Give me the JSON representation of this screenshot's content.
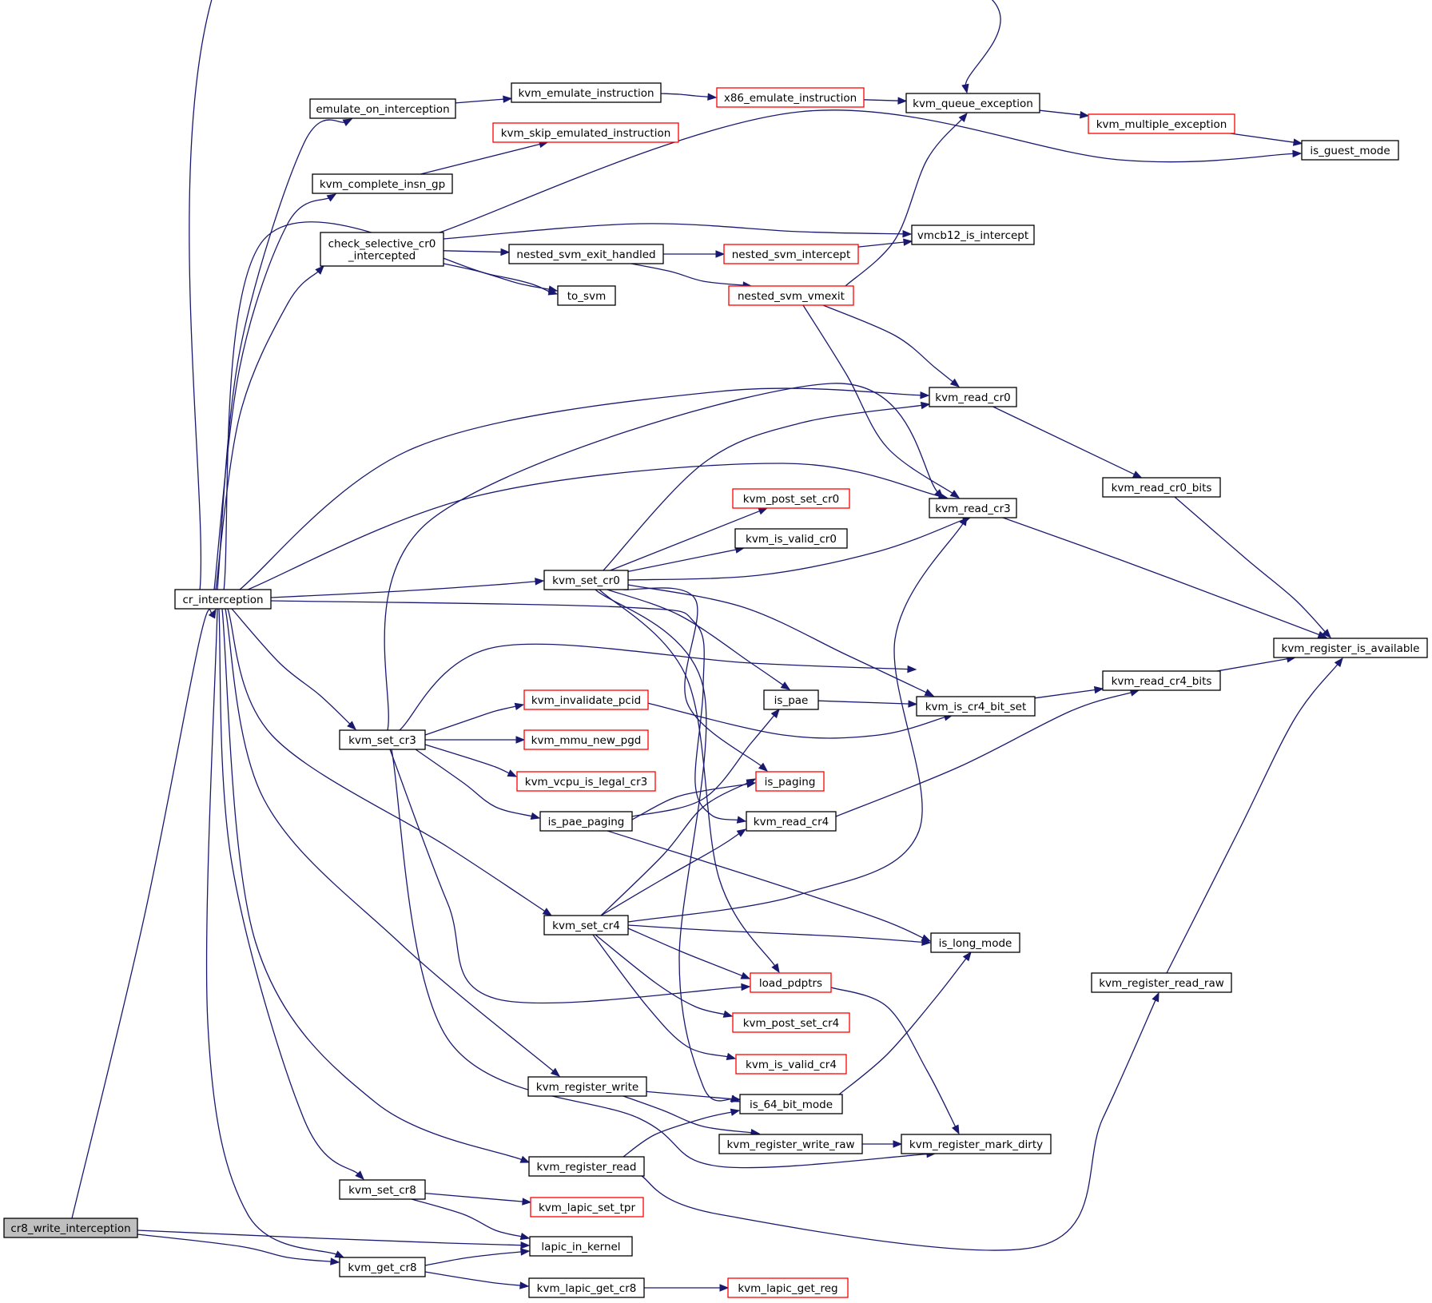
{
  "diagram": {
    "colors": {
      "edge": "#191970",
      "normal_border": "#000000",
      "truncated_border": "#ff0000",
      "root_fill": "#bfbfbf"
    },
    "nodes": [
      {
        "id": "cr8_write_interception",
        "label": [
          "cr8_write_interception"
        ],
        "style": "root"
      },
      {
        "id": "cr_interception",
        "label": [
          "cr_interception"
        ],
        "style": "normal"
      },
      {
        "id": "lapic_in_kernel",
        "label": [
          "lapic_in_kernel"
        ],
        "style": "normal"
      },
      {
        "id": "kvm_get_cr8",
        "label": [
          "kvm_get_cr8"
        ],
        "style": "normal"
      },
      {
        "id": "emulate_on_interception",
        "label": [
          "emulate_on_interception"
        ],
        "style": "normal"
      },
      {
        "id": "kvm_complete_insn_gp",
        "label": [
          "kvm_complete_insn_gp"
        ],
        "style": "normal"
      },
      {
        "id": "check_selective_cr0_intercepted",
        "label": [
          "check_selective_cr0",
          "_intercepted"
        ],
        "style": "normal"
      },
      {
        "id": "kvm_set_cr3",
        "label": [
          "kvm_set_cr3"
        ],
        "style": "normal"
      },
      {
        "id": "kvm_set_cr8",
        "label": [
          "kvm_set_cr8"
        ],
        "style": "normal"
      },
      {
        "id": "kvm_emulate_instruction",
        "label": [
          "kvm_emulate_instruction"
        ],
        "style": "normal"
      },
      {
        "id": "kvm_skip_emulated_instruction",
        "label": [
          "kvm_skip_emulated_instruction"
        ],
        "style": "red"
      },
      {
        "id": "nested_svm_exit_handled",
        "label": [
          "nested_svm_exit_handled"
        ],
        "style": "normal"
      },
      {
        "id": "to_svm",
        "label": [
          "to_svm"
        ],
        "style": "normal"
      },
      {
        "id": "kvm_set_cr0",
        "label": [
          "kvm_set_cr0"
        ],
        "style": "normal"
      },
      {
        "id": "kvm_invalidate_pcid",
        "label": [
          "kvm_invalidate_pcid"
        ],
        "style": "red"
      },
      {
        "id": "kvm_mmu_new_pgd",
        "label": [
          "kvm_mmu_new_pgd"
        ],
        "style": "red"
      },
      {
        "id": "kvm_vcpu_is_legal_cr3",
        "label": [
          "kvm_vcpu_is_legal_cr3"
        ],
        "style": "red"
      },
      {
        "id": "is_pae_paging",
        "label": [
          "is_pae_paging"
        ],
        "style": "normal"
      },
      {
        "id": "kvm_set_cr4",
        "label": [
          "kvm_set_cr4"
        ],
        "style": "normal"
      },
      {
        "id": "kvm_register_write",
        "label": [
          "kvm_register_write"
        ],
        "style": "normal"
      },
      {
        "id": "kvm_register_read",
        "label": [
          "kvm_register_read"
        ],
        "style": "normal"
      },
      {
        "id": "kvm_lapic_set_tpr",
        "label": [
          "kvm_lapic_set_tpr"
        ],
        "style": "red"
      },
      {
        "id": "kvm_lapic_get_cr8",
        "label": [
          "kvm_lapic_get_cr8"
        ],
        "style": "normal"
      },
      {
        "id": "x86_emulate_instruction",
        "label": [
          "x86_emulate_instruction"
        ],
        "style": "red"
      },
      {
        "id": "nested_svm_intercept",
        "label": [
          "nested_svm_intercept"
        ],
        "style": "red"
      },
      {
        "id": "nested_svm_vmexit",
        "label": [
          "nested_svm_vmexit"
        ],
        "style": "red"
      },
      {
        "id": "kvm_post_set_cr0",
        "label": [
          "kvm_post_set_cr0"
        ],
        "style": "red"
      },
      {
        "id": "kvm_is_valid_cr0",
        "label": [
          "kvm_is_valid_cr0"
        ],
        "style": "normal"
      },
      {
        "id": "is_pae",
        "label": [
          "is_pae"
        ],
        "style": "normal"
      },
      {
        "id": "is_paging",
        "label": [
          "is_paging"
        ],
        "style": "red"
      },
      {
        "id": "kvm_read_cr4",
        "label": [
          "kvm_read_cr4"
        ],
        "style": "normal"
      },
      {
        "id": "load_pdptrs",
        "label": [
          "load_pdptrs"
        ],
        "style": "red"
      },
      {
        "id": "kvm_post_set_cr4",
        "label": [
          "kvm_post_set_cr4"
        ],
        "style": "red"
      },
      {
        "id": "kvm_is_valid_cr4",
        "label": [
          "kvm_is_valid_cr4"
        ],
        "style": "red"
      },
      {
        "id": "is_64_bit_mode",
        "label": [
          "is_64_bit_mode"
        ],
        "style": "normal"
      },
      {
        "id": "kvm_register_write_raw",
        "label": [
          "kvm_register_write_raw"
        ],
        "style": "normal"
      },
      {
        "id": "kvm_lapic_get_reg",
        "label": [
          "kvm_lapic_get_reg"
        ],
        "style": "red"
      },
      {
        "id": "kvm_queue_exception",
        "label": [
          "kvm_queue_exception"
        ],
        "style": "normal"
      },
      {
        "id": "vmcb12_is_intercept",
        "label": [
          "vmcb12_is_intercept"
        ],
        "style": "normal"
      },
      {
        "id": "kvm_read_cr0",
        "label": [
          "kvm_read_cr0"
        ],
        "style": "normal"
      },
      {
        "id": "kvm_read_cr3",
        "label": [
          "kvm_read_cr3"
        ],
        "style": "normal"
      },
      {
        "id": "kvm_is_cr4_bit_set",
        "label": [
          "kvm_is_cr4_bit_set"
        ],
        "style": "normal"
      },
      {
        "id": "is_long_mode",
        "label": [
          "is_long_mode"
        ],
        "style": "normal"
      },
      {
        "id": "kvm_register_mark_dirty",
        "label": [
          "kvm_register_mark_dirty"
        ],
        "style": "normal"
      },
      {
        "id": "kvm_multiple_exception",
        "label": [
          "kvm_multiple_exception"
        ],
        "style": "red"
      },
      {
        "id": "kvm_read_cr0_bits",
        "label": [
          "kvm_read_cr0_bits"
        ],
        "style": "normal"
      },
      {
        "id": "kvm_read_cr4_bits",
        "label": [
          "kvm_read_cr4_bits"
        ],
        "style": "normal"
      },
      {
        "id": "kvm_register_read_raw",
        "label": [
          "kvm_register_read_raw"
        ],
        "style": "normal"
      },
      {
        "id": "is_guest_mode",
        "label": [
          "is_guest_mode"
        ],
        "style": "normal"
      },
      {
        "id": "kvm_register_is_available",
        "label": [
          "kvm_register_is_available"
        ],
        "style": "normal"
      }
    ],
    "edges": [
      [
        "cr8_write_interception",
        "cr_interception"
      ],
      [
        "cr8_write_interception",
        "lapic_in_kernel"
      ],
      [
        "cr8_write_interception",
        "kvm_get_cr8"
      ],
      [
        "cr_interception",
        "emulate_on_interception"
      ],
      [
        "cr_interception",
        "kvm_complete_insn_gp"
      ],
      [
        "cr_interception",
        "check_selective_cr0_intercepted"
      ],
      [
        "cr_interception",
        "to_svm"
      ],
      [
        "cr_interception",
        "kvm_queue_exception"
      ],
      [
        "cr_interception",
        "kvm_read_cr0"
      ],
      [
        "cr_interception",
        "kvm_read_cr3"
      ],
      [
        "cr_interception",
        "kvm_set_cr0"
      ],
      [
        "cr_interception",
        "kvm_read_cr4"
      ],
      [
        "cr_interception",
        "kvm_set_cr3"
      ],
      [
        "cr_interception",
        "kvm_set_cr4"
      ],
      [
        "cr_interception",
        "kvm_register_write"
      ],
      [
        "cr_interception",
        "kvm_register_read"
      ],
      [
        "cr_interception",
        "kvm_set_cr8"
      ],
      [
        "cr_interception",
        "kvm_get_cr8"
      ],
      [
        "emulate_on_interception",
        "kvm_emulate_instruction"
      ],
      [
        "kvm_emulate_instruction",
        "x86_emulate_instruction"
      ],
      [
        "x86_emulate_instruction",
        "kvm_queue_exception"
      ],
      [
        "kvm_queue_exception",
        "kvm_multiple_exception"
      ],
      [
        "kvm_multiple_exception",
        "is_guest_mode"
      ],
      [
        "kvm_complete_insn_gp",
        "kvm_skip_emulated_instruction"
      ],
      [
        "check_selective_cr0_intercepted",
        "is_guest_mode"
      ],
      [
        "check_selective_cr0_intercepted",
        "vmcb12_is_intercept"
      ],
      [
        "check_selective_cr0_intercepted",
        "nested_svm_exit_handled"
      ],
      [
        "check_selective_cr0_intercepted",
        "to_svm"
      ],
      [
        "nested_svm_exit_handled",
        "nested_svm_intercept"
      ],
      [
        "nested_svm_exit_handled",
        "nested_svm_vmexit"
      ],
      [
        "nested_svm_intercept",
        "vmcb12_is_intercept"
      ],
      [
        "nested_svm_vmexit",
        "kvm_queue_exception"
      ],
      [
        "nested_svm_vmexit",
        "kvm_read_cr0"
      ],
      [
        "nested_svm_vmexit",
        "kvm_read_cr3"
      ],
      [
        "kvm_read_cr0",
        "kvm_read_cr0_bits"
      ],
      [
        "kvm_read_cr0_bits",
        "kvm_register_is_available"
      ],
      [
        "kvm_read_cr3",
        "kvm_register_is_available"
      ],
      [
        "kvm_set_cr0",
        "kvm_read_cr0"
      ],
      [
        "kvm_set_cr0",
        "kvm_post_set_cr0"
      ],
      [
        "kvm_set_cr0",
        "kvm_is_valid_cr0"
      ],
      [
        "kvm_set_cr0",
        "kvm_read_cr3"
      ],
      [
        "kvm_set_cr0",
        "kvm_is_cr4_bit_set"
      ],
      [
        "kvm_set_cr0",
        "is_pae"
      ],
      [
        "kvm_set_cr0",
        "is_paging"
      ],
      [
        "kvm_set_cr0",
        "load_pdptrs"
      ],
      [
        "kvm_set_cr0",
        "is_64_bit_mode"
      ],
      [
        "kvm_is_cr4_bit_set",
        "kvm_read_cr4_bits"
      ],
      [
        "kvm_read_cr4_bits",
        "kvm_register_is_available"
      ],
      [
        "is_pae",
        "kvm_is_cr4_bit_set"
      ],
      [
        "kvm_read_cr4",
        "kvm_read_cr4_bits"
      ],
      [
        "kvm_set_cr3",
        "kvm_read_cr3"
      ],
      [
        "kvm_set_cr3",
        "kvm_is_cr4_bit_set"
      ],
      [
        "kvm_set_cr3",
        "kvm_invalidate_pcid"
      ],
      [
        "kvm_set_cr3",
        "kvm_mmu_new_pgd"
      ],
      [
        "kvm_set_cr3",
        "kvm_vcpu_is_legal_cr3"
      ],
      [
        "kvm_set_cr3",
        "is_pae_paging"
      ],
      [
        "kvm_set_cr3",
        "load_pdptrs"
      ],
      [
        "kvm_set_cr3",
        "kvm_register_mark_dirty"
      ],
      [
        "kvm_invalidate_pcid",
        "kvm_is_cr4_bit_set"
      ],
      [
        "is_pae_paging",
        "is_pae"
      ],
      [
        "is_pae_paging",
        "is_paging"
      ],
      [
        "is_pae_paging",
        "is_long_mode"
      ],
      [
        "kvm_set_cr4",
        "kvm_read_cr3"
      ],
      [
        "kvm_set_cr4",
        "is_paging"
      ],
      [
        "kvm_set_cr4",
        "kvm_read_cr4"
      ],
      [
        "kvm_set_cr4",
        "is_long_mode"
      ],
      [
        "kvm_set_cr4",
        "load_pdptrs"
      ],
      [
        "kvm_set_cr4",
        "kvm_post_set_cr4"
      ],
      [
        "kvm_set_cr4",
        "kvm_is_valid_cr4"
      ],
      [
        "load_pdptrs",
        "kvm_register_mark_dirty"
      ],
      [
        "kvm_register_write",
        "is_64_bit_mode"
      ],
      [
        "kvm_register_write",
        "kvm_register_write_raw"
      ],
      [
        "kvm_register_write_raw",
        "kvm_register_mark_dirty"
      ],
      [
        "is_64_bit_mode",
        "is_long_mode"
      ],
      [
        "kvm_register_read",
        "is_64_bit_mode"
      ],
      [
        "kvm_register_read",
        "kvm_register_read_raw"
      ],
      [
        "kvm_register_read_raw",
        "kvm_register_is_available"
      ],
      [
        "kvm_set_cr8",
        "kvm_lapic_set_tpr"
      ],
      [
        "kvm_set_cr8",
        "lapic_in_kernel"
      ],
      [
        "kvm_get_cr8",
        "lapic_in_kernel"
      ],
      [
        "kvm_get_cr8",
        "kvm_lapic_get_cr8"
      ],
      [
        "kvm_lapic_get_cr8",
        "kvm_lapic_get_reg"
      ]
    ]
  }
}
